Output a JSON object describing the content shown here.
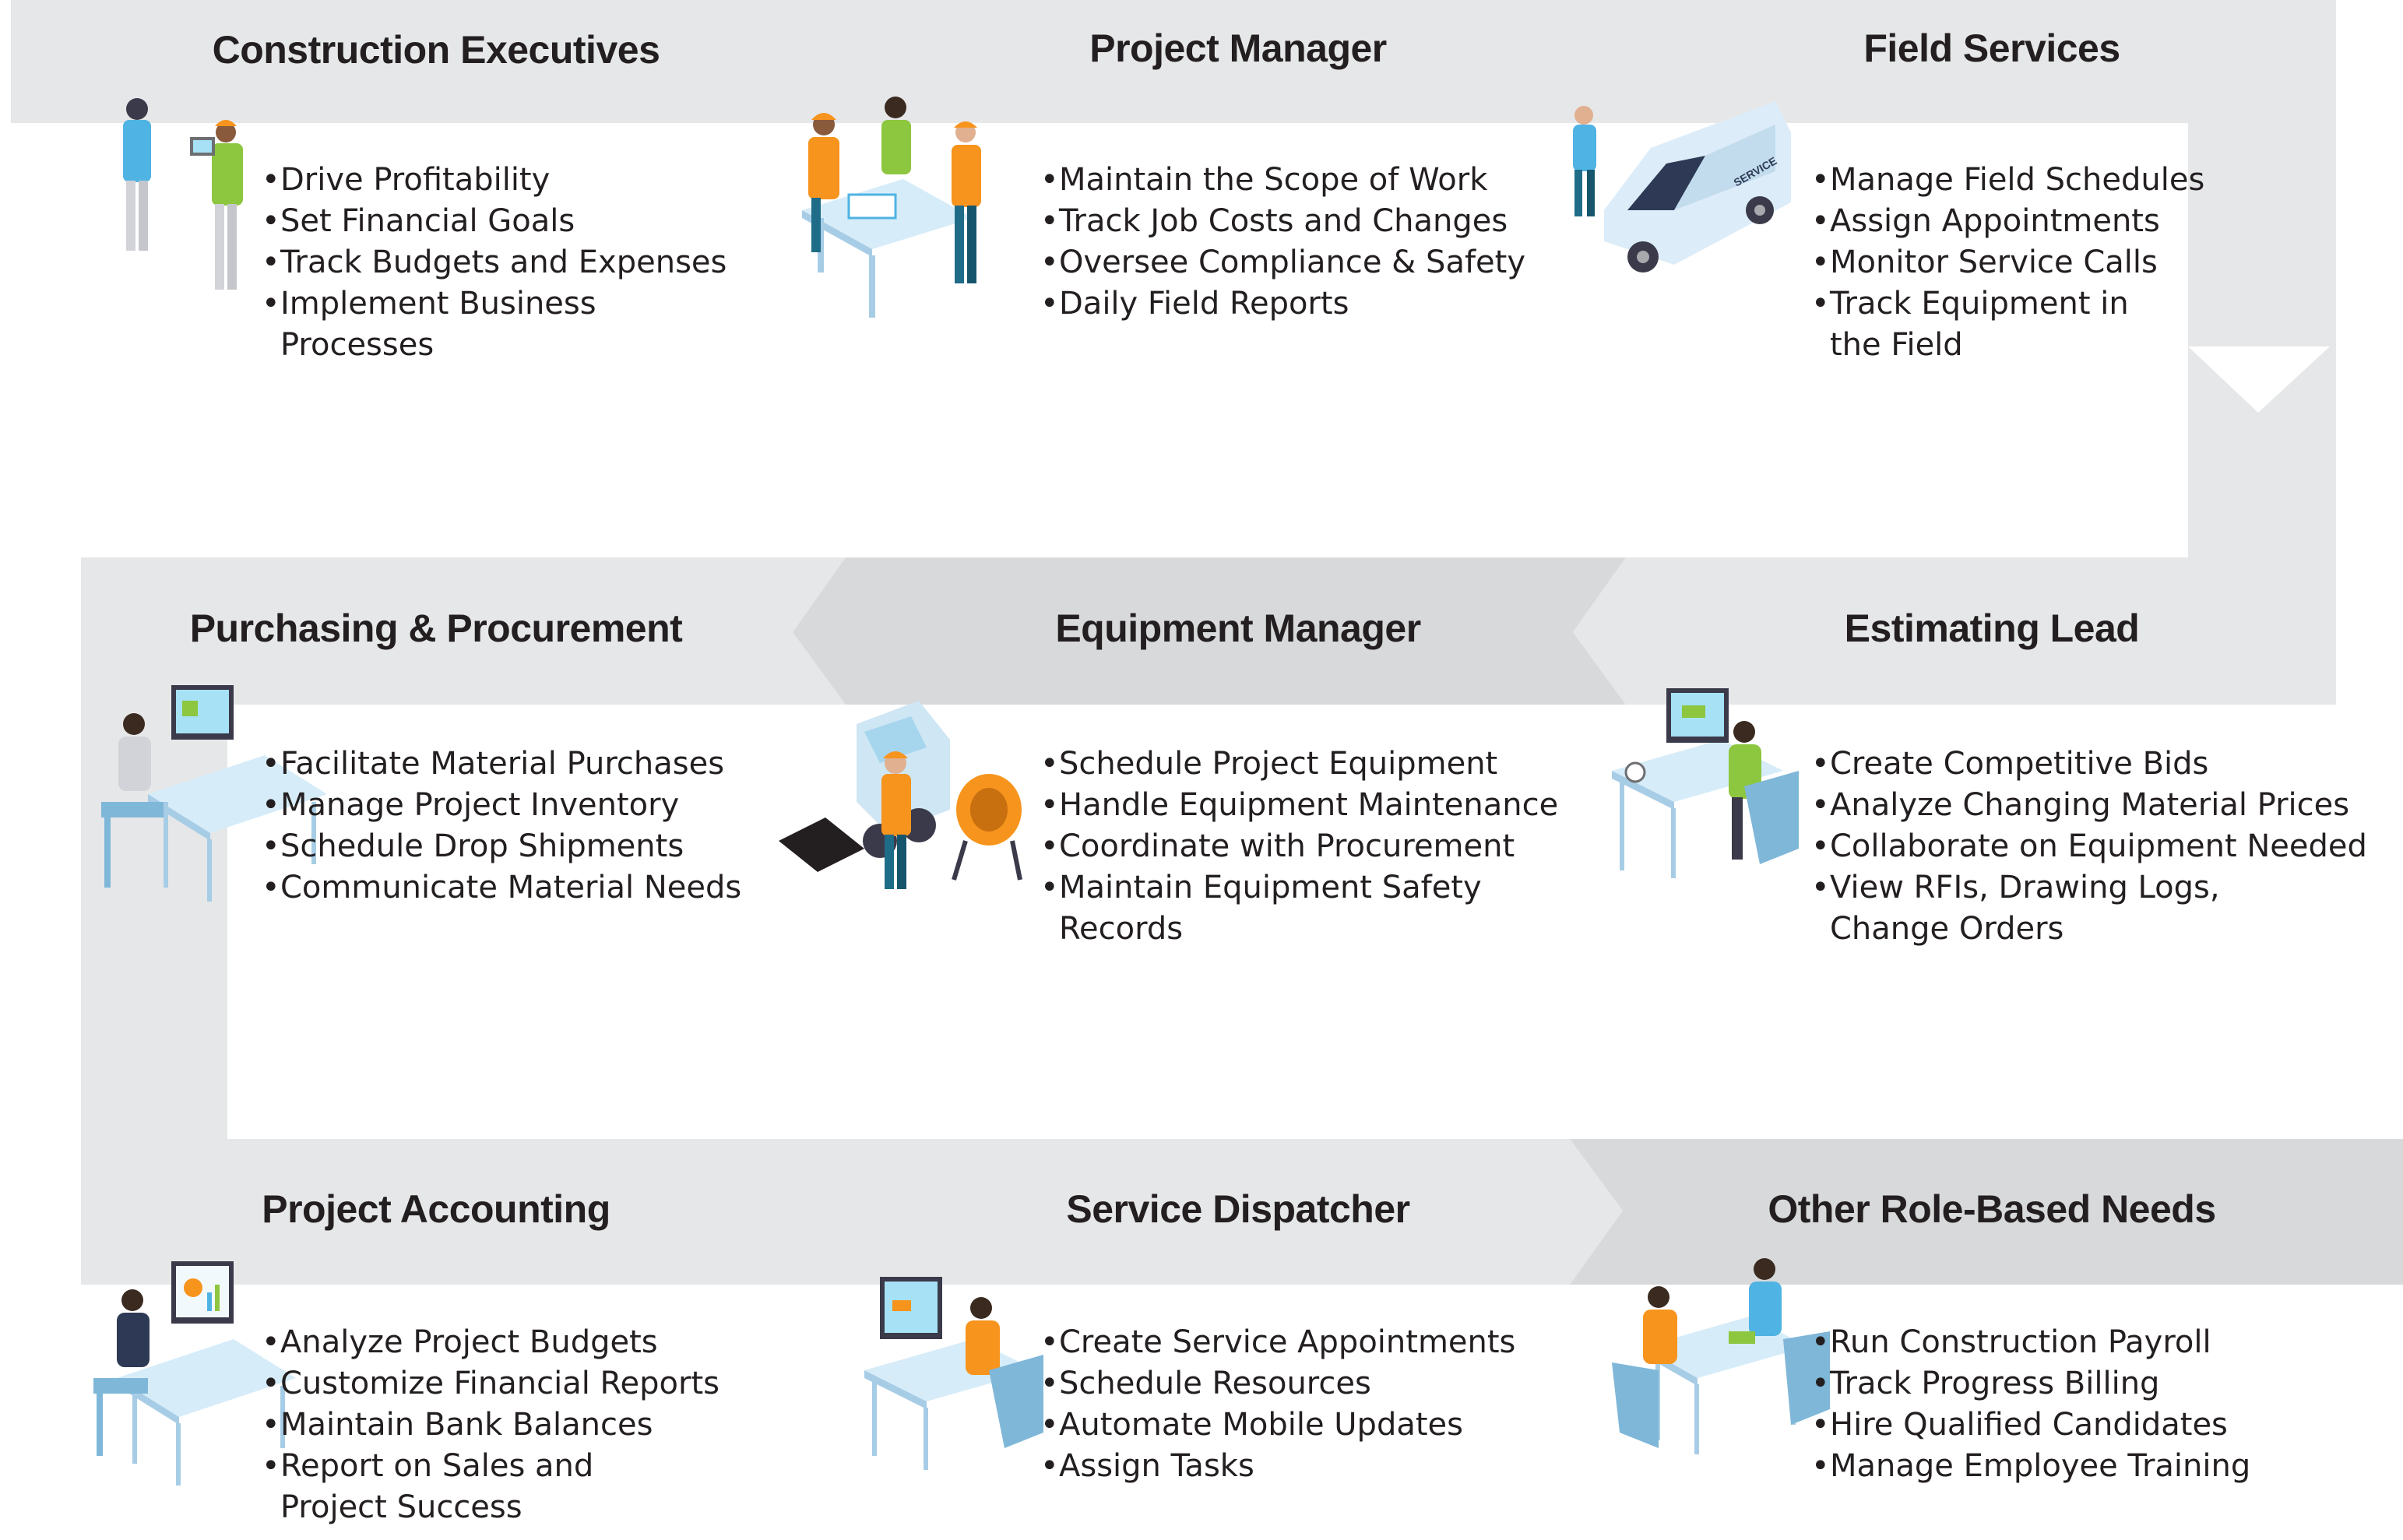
{
  "roles": [
    {
      "title": "Construction Executives",
      "icon": "executives-illustration",
      "items": [
        "Drive Profitability",
        "Set Financial Goals",
        "Track Budgets and Expenses",
        "Implement Business\nProcesses"
      ]
    },
    {
      "title": "Project Manager",
      "icon": "project-team-illustration",
      "items": [
        "Maintain the Scope of Work",
        "Track Job Costs and Changes",
        "Oversee Compliance & Safety",
        "Daily Field Reports"
      ]
    },
    {
      "title": "Field Services",
      "icon": "service-van-illustration",
      "van_label": "SERVICE",
      "items": [
        "Manage Field Schedules",
        "Assign Appointments",
        "Monitor Service Calls",
        "Track Equipment in\nthe Field"
      ]
    },
    {
      "title": "Purchasing & Procurement",
      "icon": "desk-worker-illustration",
      "items": [
        "Facilitate Material Purchases",
        "Manage Project Inventory",
        "Schedule Drop Shipments",
        "Communicate Material Needs"
      ]
    },
    {
      "title": "Equipment Manager",
      "icon": "equipment-illustration",
      "items": [
        "Schedule Project Equipment",
        "Handle Equipment Maintenance",
        "Coordinate with Procurement",
        "Maintain Equipment Safety\nRecords"
      ]
    },
    {
      "title": "Estimating Lead",
      "icon": "estimator-desk-illustration",
      "items": [
        "Create Competitive Bids",
        "Analyze Changing Material Prices",
        "Collaborate on Equipment Needed",
        "View RFIs, Drawing Logs,\nChange Orders"
      ]
    },
    {
      "title": "Project Accounting",
      "icon": "accountant-desk-illustration",
      "items": [
        "Analyze Project Budgets",
        "Customize Financial Reports",
        "Maintain Bank Balances",
        "Report on Sales and\nProject Success"
      ]
    },
    {
      "title": "Service Dispatcher",
      "icon": "dispatcher-desk-illustration",
      "items": [
        "Create Service Appointments",
        "Schedule Resources",
        "Automate Mobile Updates",
        "Assign Tasks"
      ]
    },
    {
      "title": "Other Role-Based Needs",
      "icon": "meeting-illustration",
      "items": [
        "Run Construction Payroll",
        "Track Progress Billing",
        "Hire Qualified Candidates",
        "Manage Employee Training"
      ]
    }
  ],
  "colors": {
    "band_light": "#e6e7e8",
    "band_dark": "#d8d9db",
    "text": "#231f20",
    "accent_orange": "#f7941d",
    "accent_blue": "#4fb3e3",
    "accent_green": "#8dc63f",
    "desk_blue": "#cfe6f4"
  }
}
